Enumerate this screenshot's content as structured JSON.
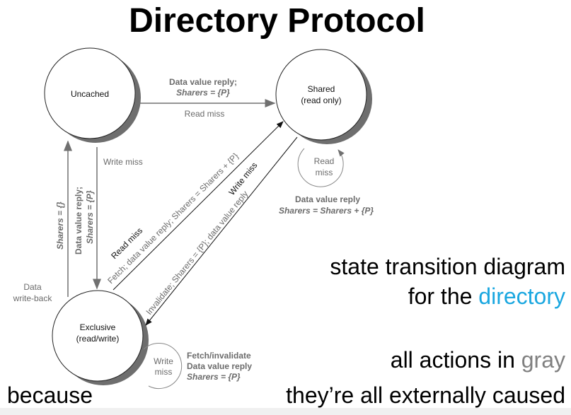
{
  "title": "Directory Protocol",
  "states": {
    "uncached": "Uncached",
    "shared": [
      "Shared",
      "(read only)"
    ],
    "exclusive": [
      "Exclusive",
      "(read/write)"
    ]
  },
  "transitions": {
    "u_to_s_action": [
      "Data value reply;",
      "Sharers = {P}"
    ],
    "u_to_s_event": "Read miss",
    "u_to_e_event": "Write miss",
    "u_to_e_action": [
      "Data value reply;",
      "Sharers = {P}"
    ],
    "e_to_u_action": "Sharers = {}",
    "e_to_u_event": [
      "Data",
      "write-back"
    ],
    "e_to_s_event": "Read miss",
    "e_to_s_action": "Fetch; data value reply; Sharers = Sharers + {P}",
    "s_to_e_event": "Write miss",
    "s_to_e_action": "Invalidate; Sharers = {P}; data value reply",
    "s_self_event": [
      "Read",
      "miss"
    ],
    "s_self_action": [
      "Data value reply",
      "Sharers = Sharers + {P}"
    ],
    "e_self_event": [
      "Write",
      "miss"
    ],
    "e_self_action": [
      "Fetch/invalidate",
      "Data value reply",
      "Sharers = {P}"
    ]
  },
  "caption": {
    "line1": "state transition diagram",
    "line2_prefix": "for the ",
    "line2_highlight": "directory",
    "line3_prefix": "all actions in ",
    "line3_highlight": "gray",
    "line4a": "because",
    "line4b": "they’re all externally caused"
  },
  "colors": {
    "highlight_blue": "#1aa7e0",
    "action_gray": "#808080",
    "shadow": "#6e6e6e"
  }
}
